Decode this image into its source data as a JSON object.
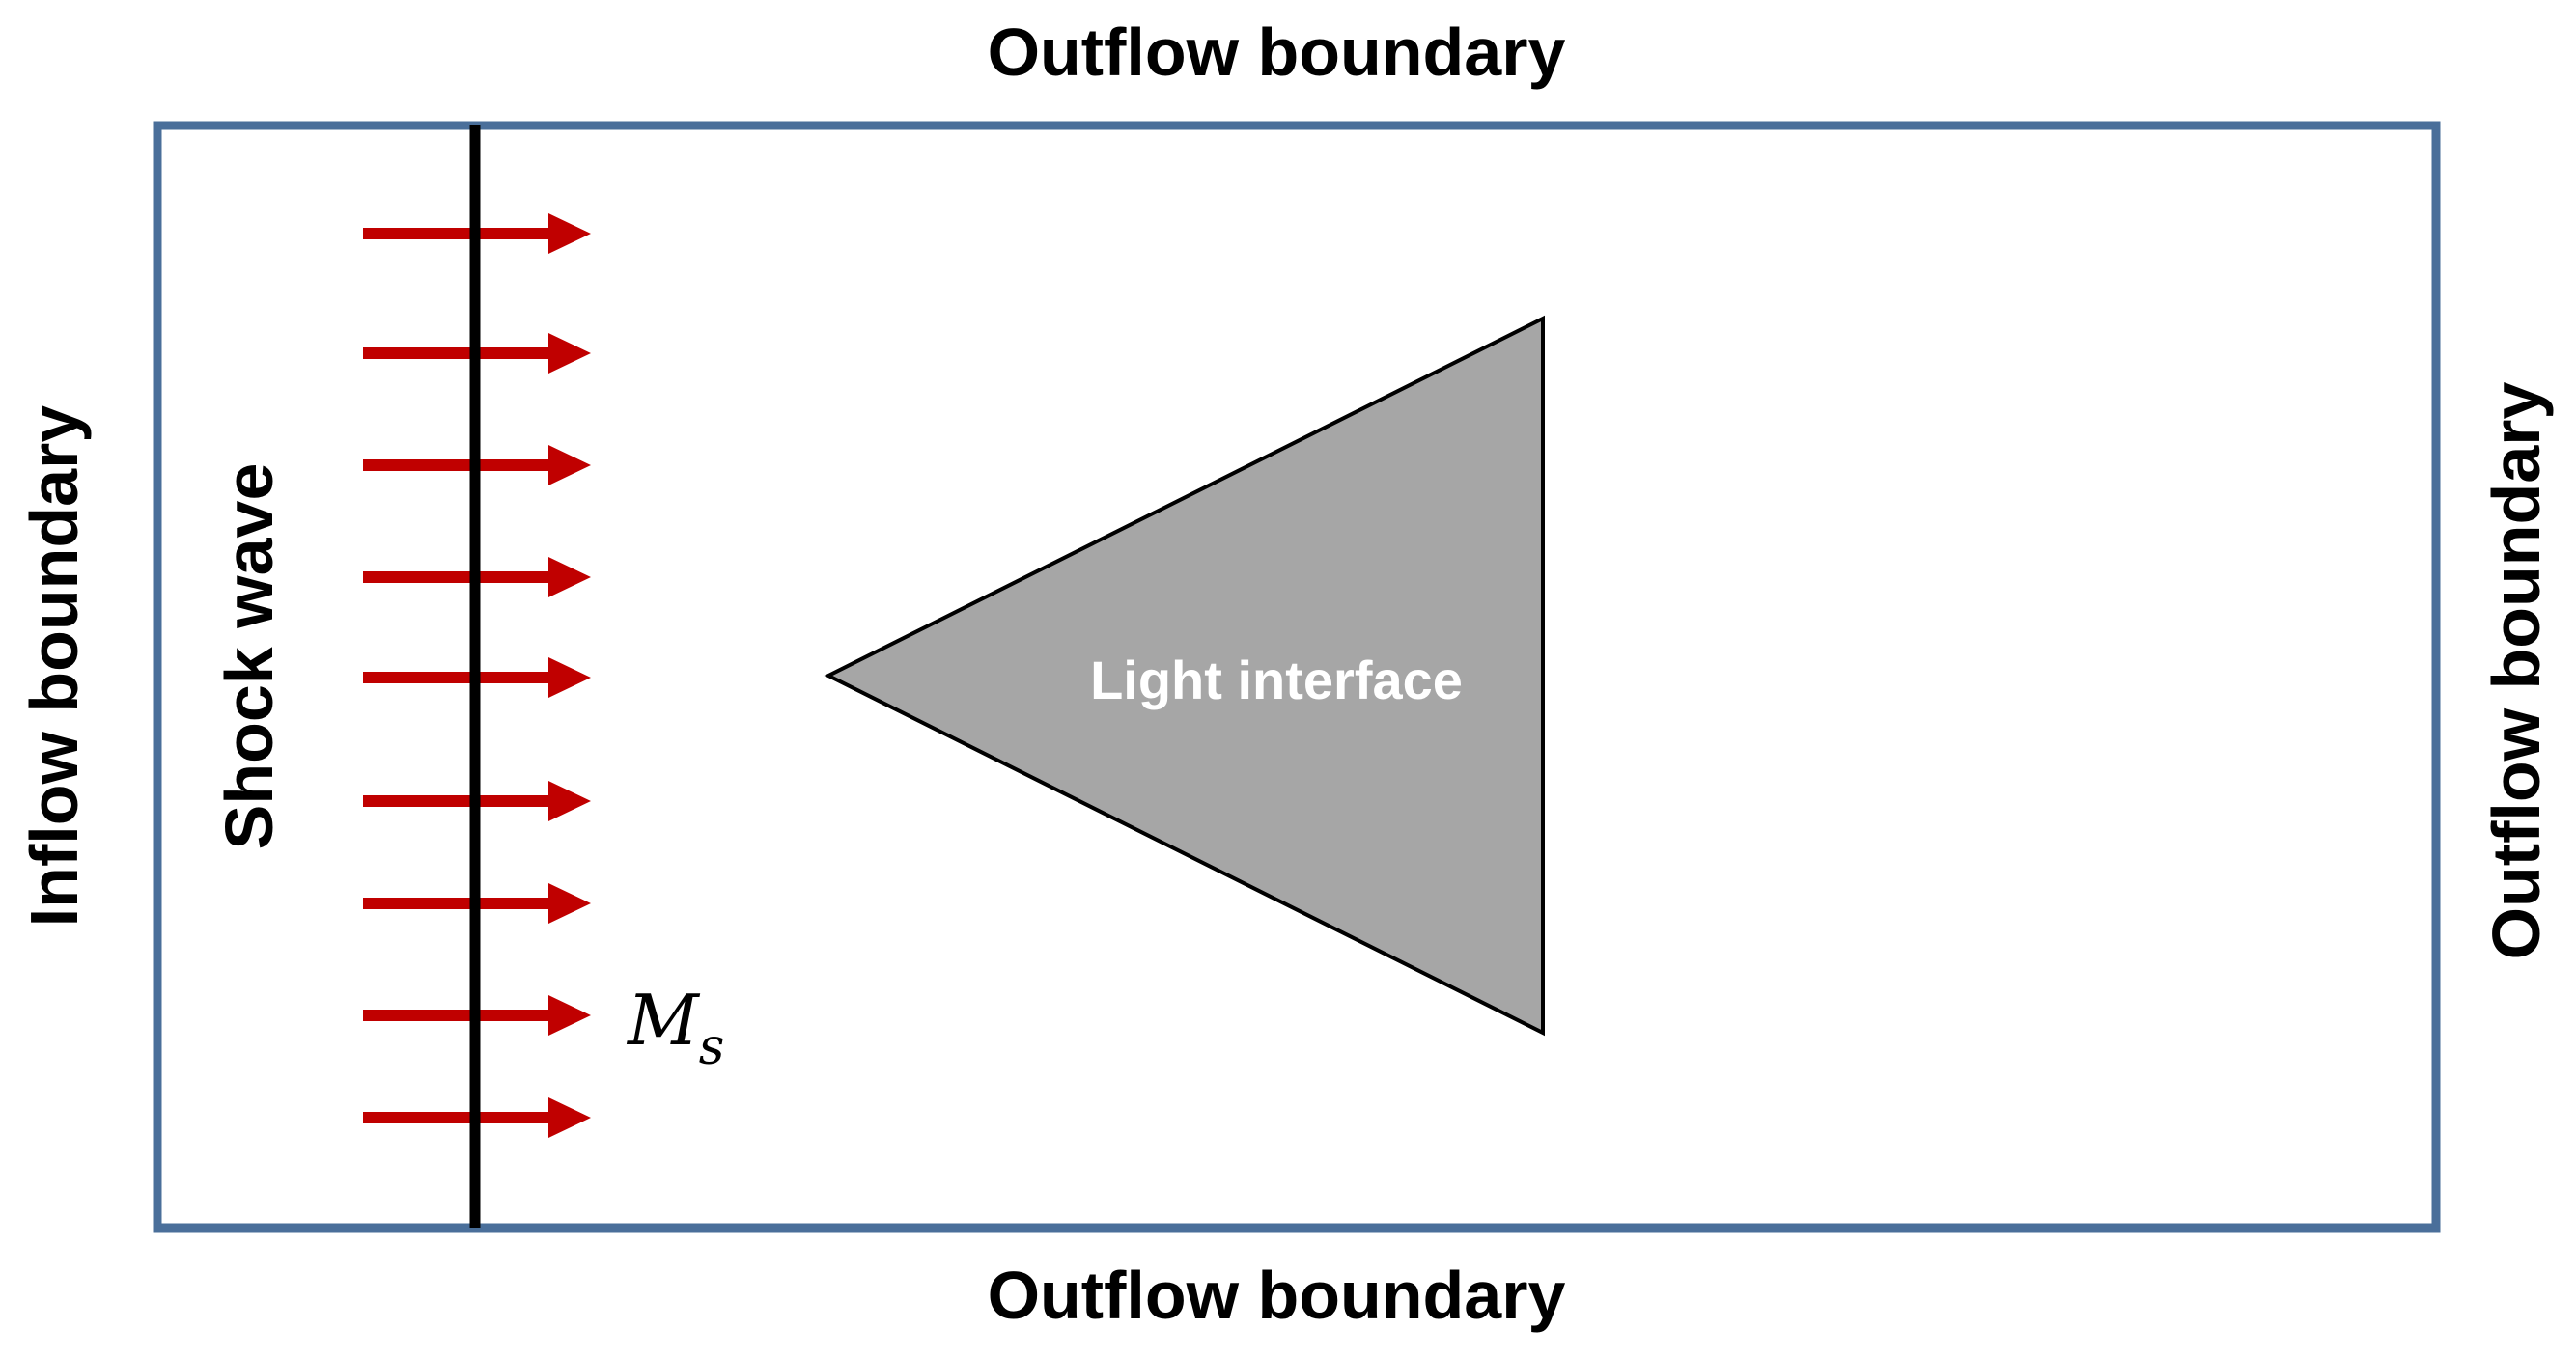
{
  "boundaries": {
    "top": "Outflow boundary",
    "bottom": "Outflow boundary",
    "left": "Inflow boundary",
    "right": "Outflow boundary"
  },
  "shock": {
    "label": "Shock wave",
    "mach_symbol": "M",
    "mach_subscript": "s",
    "arrow_count": 9
  },
  "interface": {
    "label": "Light interface"
  },
  "colors": {
    "domain_border": "#4a6f9a",
    "arrow": "#c00000",
    "shock_line": "#000000",
    "interface_fill": "#a6a6a6",
    "interface_stroke": "#000000"
  }
}
